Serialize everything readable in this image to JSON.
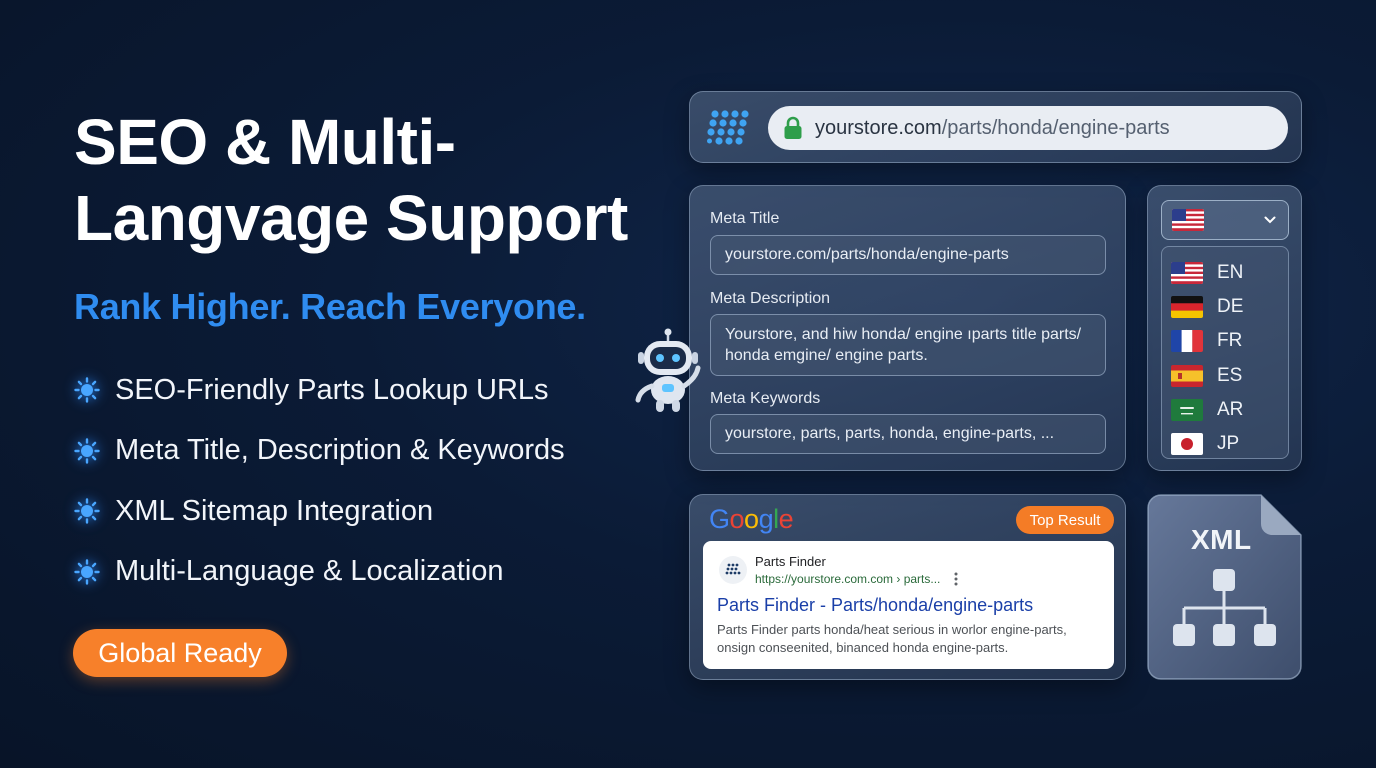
{
  "hero": {
    "title": "SEO & Multi-Langvage Support",
    "tagline": "Rank Higher. Reach Everyone.",
    "features": [
      "SEO-Friendly Parts Lookup URLs",
      "Meta Title, Description & Keywords",
      "XML Sitemap Integration",
      "Multi-Language & Localization"
    ],
    "badge": "Global Ready"
  },
  "url_bar": {
    "domain": "yourstore.com",
    "path": "/parts/honda/engine-parts"
  },
  "meta_form": {
    "title_label": "Meta Title",
    "title_value": "yourstore.com/parts/honda/engine-parts",
    "description_label": "Meta Description",
    "description_value": "Yourstore, and hiw honda/ engine ıparts title parts/ honda emgine/ engine parts.",
    "keywords_label": "Meta Keywords",
    "keywords_value": "yourstore, parts, parts, honda, engine-parts, ..."
  },
  "language": {
    "selected_flag": "us-flag",
    "options": [
      {
        "code": "EN",
        "flag": "us-flag"
      },
      {
        "code": "DE",
        "flag": "germany-flag"
      },
      {
        "code": "FR",
        "flag": "france-flag"
      },
      {
        "code": "ES",
        "flag": "spain-flag"
      },
      {
        "code": "AR",
        "flag": "saudi-flag"
      },
      {
        "code": "JP",
        "flag": "japan-flag"
      }
    ]
  },
  "search_result": {
    "logo_letters": [
      "G",
      "o",
      "o",
      "g",
      "l",
      "e"
    ],
    "logo_colors": [
      "#4285f4",
      "#ea4335",
      "#fbbc05",
      "#4285f4",
      "#34a853",
      "#ea4335"
    ],
    "badge": "Top Result",
    "site_name": "Parts Finder",
    "site_url": "https://yourstore.com.com › parts...",
    "title": "Parts Finder - Parts/honda/engine-parts",
    "snippet": "Parts Finder parts honda/heat serious in worlor engine-parts, onsign conseenited, binanced honda engine-parts."
  },
  "sitemap": {
    "label": "XML"
  },
  "colors": {
    "accent_blue": "#2f8cf0",
    "accent_orange": "#f7802a",
    "background": "#0b1b36"
  }
}
